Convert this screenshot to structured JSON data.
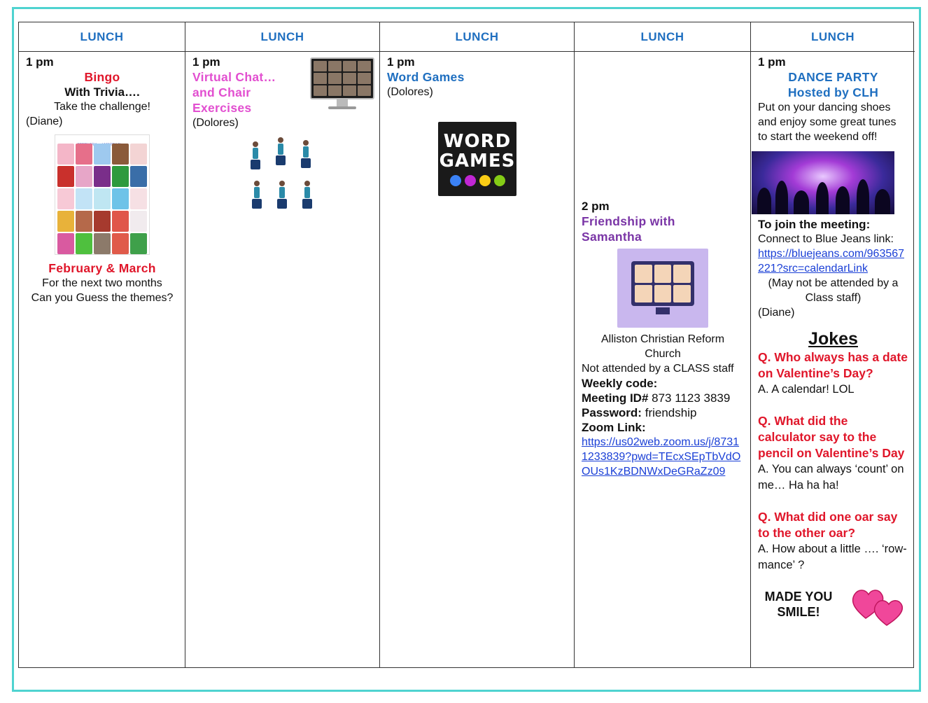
{
  "headers": [
    "LUNCH",
    "LUNCH",
    "LUNCH",
    "LUNCH",
    "LUNCH"
  ],
  "col1": {
    "time": "1 pm",
    "title": "Bingo",
    "subtitle": "With Trivia….",
    "line1": "Take the challenge!",
    "host": "(Diane)",
    "card_heading": "FEBRUARY and MARCH Bingo",
    "theme": "February & March",
    "line2": "For the next two months",
    "line3": "Can you Guess the themes?"
  },
  "col2": {
    "time": "1 pm",
    "title1": "Virtual Chat…",
    "title2": "and Chair",
    "title3": "Exercises",
    "host": "(Dolores)"
  },
  "col3": {
    "time": "1 pm",
    "title": "Word Games",
    "host": "(Dolores)",
    "logo_line1": "WORD",
    "logo_line2": "GAMES",
    "dot_colors": [
      "#3b82f6",
      "#c026d3",
      "#facc15",
      "#84cc16"
    ]
  },
  "col4": {
    "time": "2 pm",
    "title1": "Friendship with",
    "title2": "Samantha",
    "church1": "Alliston Christian Reform",
    "church2": "Church",
    "not_attended": "Not attended by a CLASS staff",
    "weekly_code": "Weekly code:",
    "meeting_label": "Meeting ID#",
    "meeting_id": "873 1123 3839",
    "password_label": "Password:",
    "password": "friendship",
    "zoom_label": "Zoom Link:",
    "zoom_link": "https://us02web.zoom.us/j/87311233839?pwd=TEcxSEpTbVdOOUs1KzBDNWxDeGRaZz09"
  },
  "col5": {
    "time": "1 pm",
    "title1": "DANCE PARTY",
    "title2": "Hosted by CLH",
    "desc": "Put on your dancing shoes and enjoy some great tunes to start the weekend off!",
    "join": "To join the meeting:",
    "connect": "Connect to Blue Jeans link:",
    "bj_link": "https://bluejeans.com/963567221?src=calendarLink",
    "may_not": "(May not be attended by a Class staff)",
    "host": "(Diane)",
    "jokes_heading": "Jokes",
    "q1": "Q. Who always has a date on Valentine’s Day?",
    "a1": "A. A calendar! LOL",
    "q2": "Q. What did the calculator say to the pencil on Valentine’s Day",
    "a2": "A. You can always ‘count’ on me… Ha ha ha!",
    "q3": "Q. What did one oar say to the other oar?",
    "a3": "A. How about a little …. ‘row-mance’ ?",
    "made1": "MADE YOU",
    "made2": "SMILE!"
  },
  "colors": {
    "accent_frame": "#4fd3d0",
    "header_blue": "#1f6fc0",
    "red": "#e0162a",
    "pink": "#e24fd0",
    "purple": "#7a35a6",
    "link": "#1a3fd6"
  }
}
